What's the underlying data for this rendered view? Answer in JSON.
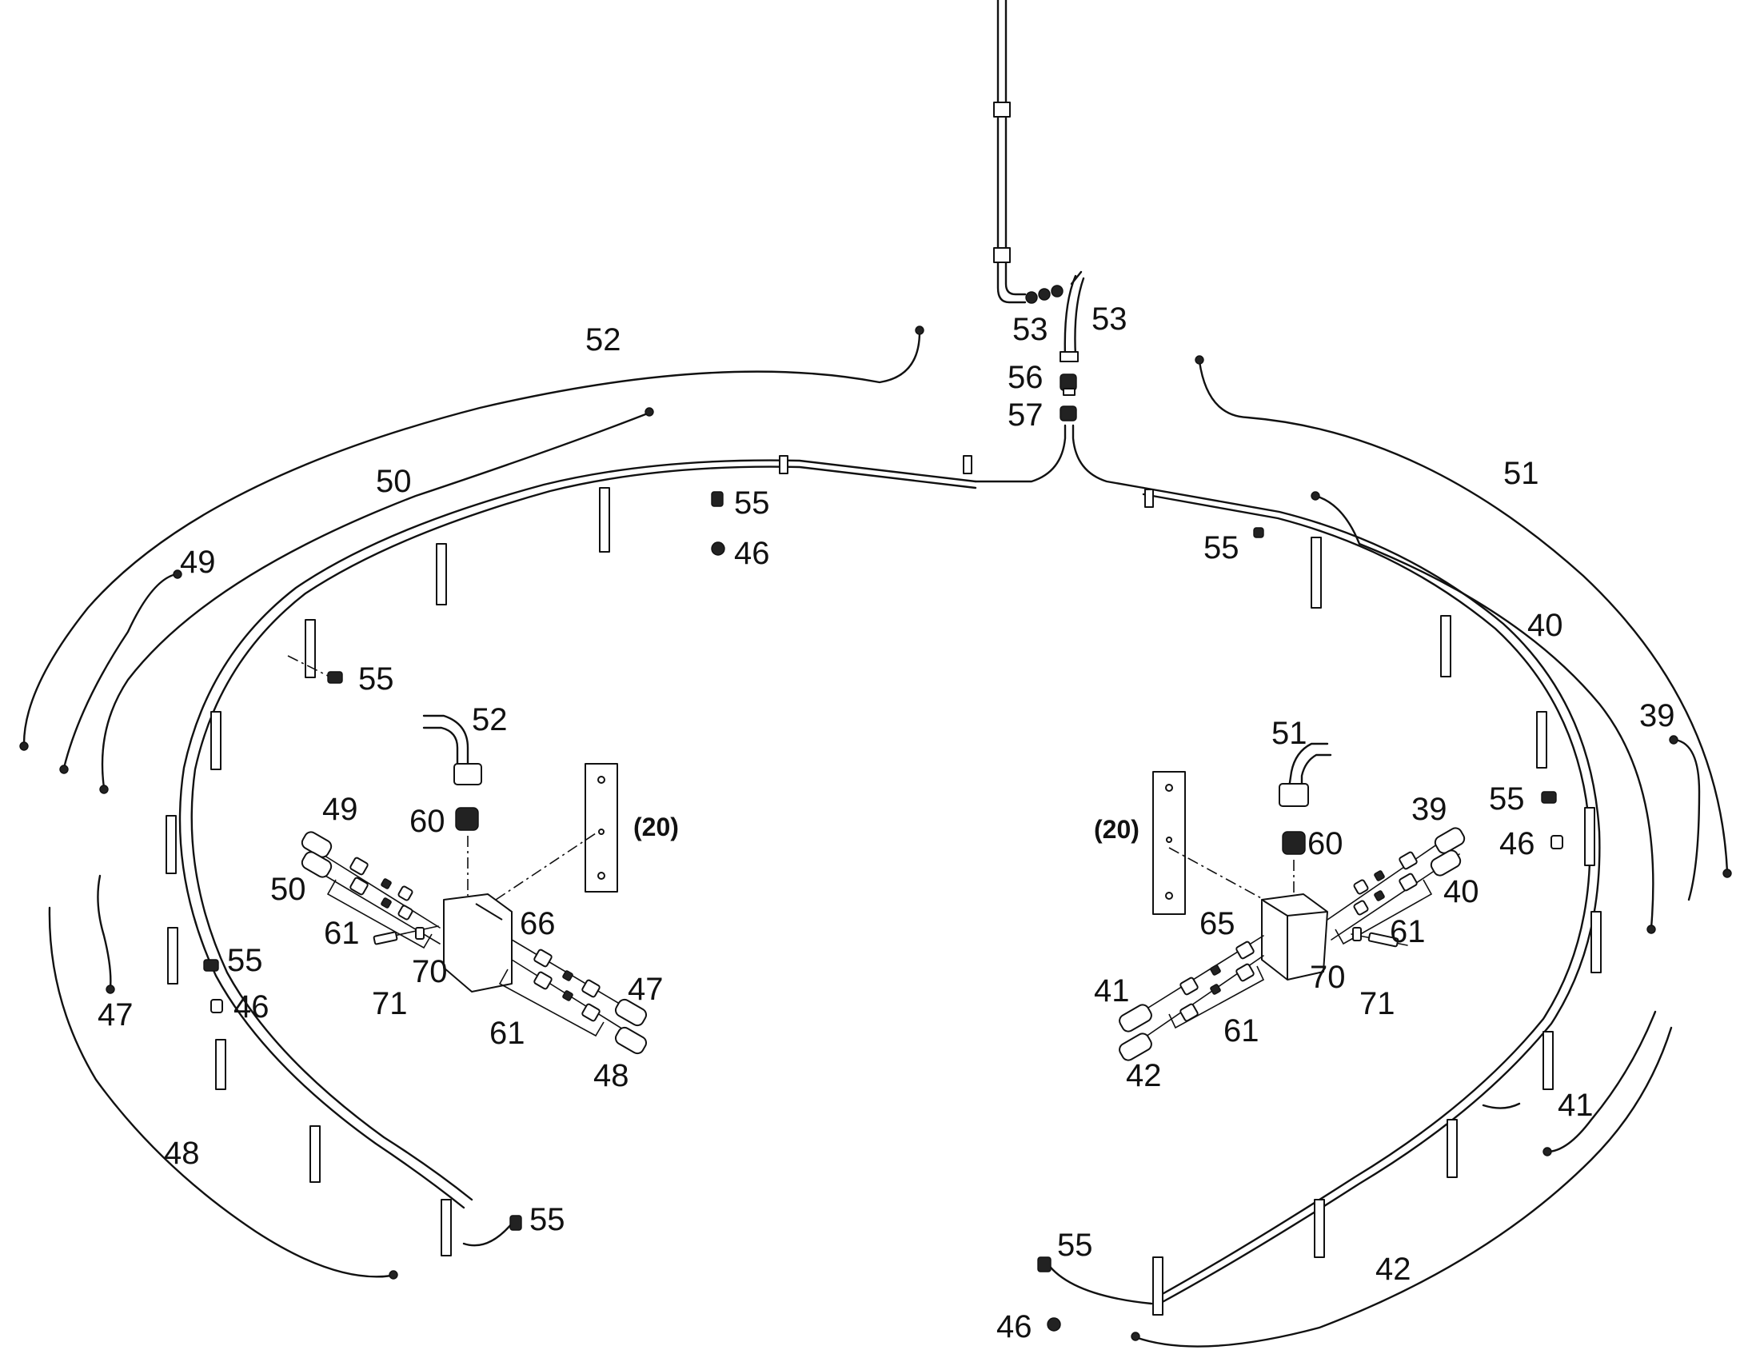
{
  "diagram": {
    "type": "exploded-parts-drawing",
    "callouts": {
      "c53a": "53",
      "c53b": "53",
      "c56": "56",
      "c57": "57",
      "c52_top": "52",
      "c51_top": "51",
      "c50_left": "50",
      "c49_left": "49",
      "c55_tl": "55",
      "c46_tl": "46",
      "c55_tr": "55",
      "c40_right": "40",
      "c39_right": "39",
      "c55_l": "55",
      "c55_r": "55",
      "c46_r": "46",
      "c52_mid": "52",
      "c60_l": "60",
      "c49_mid": "49",
      "c50_mid": "50",
      "c20_l": "(20)",
      "c61_l1": "61",
      "c66": "66",
      "c70_l": "70",
      "c71_l": "71",
      "c47_mid": "47",
      "c61_l2": "61",
      "c48_mid": "48",
      "c55_ll": "55",
      "c46_ll": "46",
      "c47_left": "47",
      "c48_left": "48",
      "c55_bl": "55",
      "c51_mid": "51",
      "c20_r": "(20)",
      "c60_r": "60",
      "c39_mid": "39",
      "c40_mid": "40",
      "c65": "65",
      "c61_r1": "61",
      "c70_r": "70",
      "c71_r": "71",
      "c41_mid": "41",
      "c61_r2": "61",
      "c42_mid": "42",
      "c41_right": "41",
      "c42_right": "42",
      "c55_br": "55",
      "c46_br": "46"
    }
  }
}
